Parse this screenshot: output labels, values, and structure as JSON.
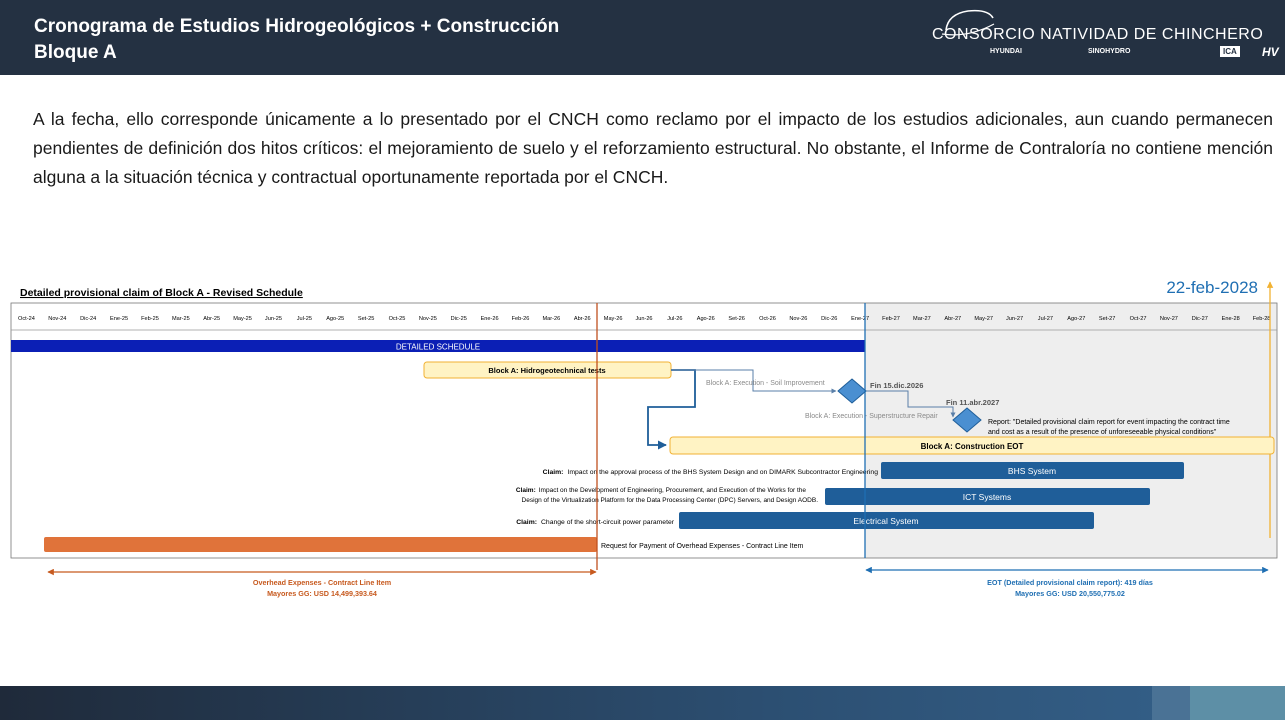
{
  "header": {
    "title_line1": "Cronograma de Estudios Hidrogeológicos + Construcción",
    "title_line2": "Bloque A",
    "logo": {
      "main": "CONSORCIO NATIVIDAD DE CHINCHERO",
      "sub1": "HYUNDAI",
      "sub2": "SINOHYDRO",
      "sub3": "ICA",
      "sub4": "HV"
    }
  },
  "paragraph": "A la fecha, ello corresponde únicamente a lo presentado por el CNCH como reclamo por el impacto de los estudios adicionales, aun cuando permanecen pendientes de definición dos hitos críticos: el mejoramiento de suelo y el reforzamiento estructural. No obstante, el Informe de Contraloría no contiene mención alguna a la situación técnica y contractual oportunamente reportada por el CNCH.",
  "gantt": {
    "title": "Detailed provisional claim of Block A - Revised Schedule",
    "end_date_label": "22-feb-2028",
    "months": [
      "Oct-24",
      "Nov-24",
      "Dic-24",
      "Ene-25",
      "Feb-25",
      "Mar-25",
      "Abr-25",
      "May-25",
      "Jun-25",
      "Jul-25",
      "Ago-25",
      "Set-25",
      "Oct-25",
      "Nov-25",
      "Dic-25",
      "Ene-26",
      "Feb-26",
      "Mar-26",
      "Abr-26",
      "May-26",
      "Jun-26",
      "Jul-26",
      "Ago-26",
      "Set-26",
      "Oct-26",
      "Nov-26",
      "Dic-26",
      "Ene-27",
      "Feb-27",
      "Mar-27",
      "Abr-27",
      "May-27",
      "Jun-27",
      "Jul-27",
      "Ago-27",
      "Set-27",
      "Oct-27",
      "Nov-27",
      "Dic-27",
      "Ene-28",
      "Feb-28"
    ],
    "detailed_schedule_label": "DETAILED SCHEDULE",
    "bars": {
      "hydro_tests": "Block A: Hidrogeotechnical tests",
      "construction_eot": "Block A: Construction  EOT",
      "bhs": "BHS System",
      "ict": "ICT Systems",
      "electrical": "Electrical System",
      "overhead_request": "Request for Payment of Overhead Expenses - Contract Line Item"
    },
    "labels": {
      "soil_improvement": "Block A: Execution - Soil Improvement",
      "superstructure_repair": "Block A: Execution - Superstructure Repair",
      "milestone1": "Fin 15.dic.2026",
      "milestone2": "Fin 11.abr.2027",
      "report_line1": "Report: \"Detailed provisional claim report for event impacting the contract time",
      "report_line2": "and cost as a result of the presence of unforeseeable physical conditions\""
    },
    "claims": {
      "prefix": "Claim:",
      "bhs": "Impact on the approval process of the BHS System Design and on DIMARK Subcontractor Engineering",
      "ict_line1": "Impact on the Development of Engineering, Procurement, and Execution of the Works for the",
      "ict_line2": "Design of the Virtualization Platform for the Data Processing Center (DPC) Servers, and Design AODB.",
      "electrical": "Change of the short-circuit power parameter"
    },
    "overhead": {
      "line1": "Overhead Expenses - Contract Line Item",
      "line2": "Mayores GG: USD 14,499,393.64"
    },
    "eot": {
      "line1": "EOT (Detailed provisional claim report): 419 días",
      "line2": "Mayores GG: USD 20,550,775.02"
    },
    "colors": {
      "dark_blue_bar": "#0b1fb5",
      "steel_blue": "#1f5e99",
      "orange_bar": "#e0733a",
      "overhead_text": "#c75a1f",
      "eot_text": "#1f6fb3",
      "yellow_fill": "#fff3c4",
      "yellow_border": "#f2b233",
      "milestone": "#4a8fd1"
    }
  }
}
